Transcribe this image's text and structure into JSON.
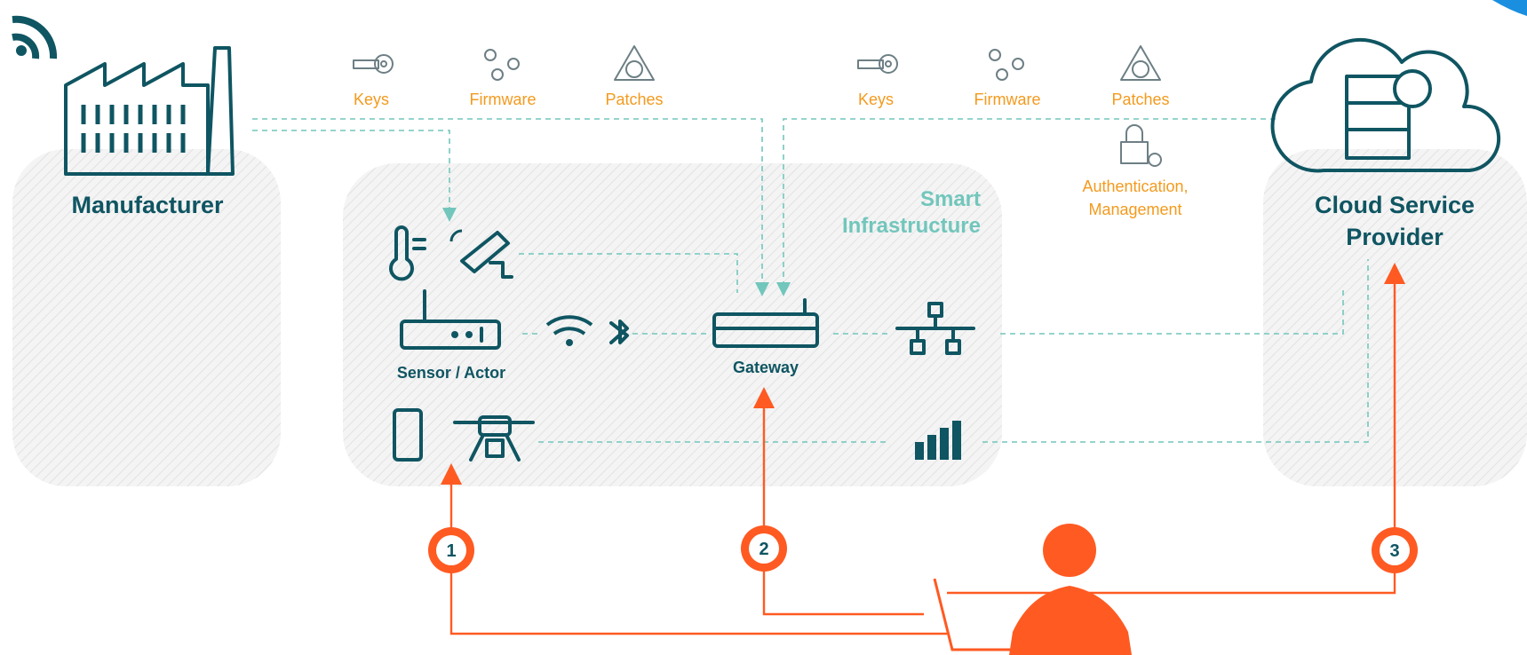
{
  "colors": {
    "teal": "#0f5562",
    "mint": "#72c6bc",
    "orange": "#ff5a22",
    "amber": "#f39a1d"
  },
  "icons": [
    "wifi-signal-icon",
    "factory-icon",
    "key-icon",
    "gears-icon",
    "patch-cycle-icon",
    "padlock-key-icon",
    "cloud-server-icon",
    "thermometer-icon",
    "security-camera-icon",
    "router-icon",
    "wifi-icon",
    "bluetooth-icon",
    "gateway-icon",
    "network-topology-icon",
    "smartphone-icon",
    "drone-icon",
    "cell-signal-icon",
    "attacker-icon",
    "laptop-icon"
  ],
  "manufacturer": {
    "label": "Manufacturer"
  },
  "cloud": {
    "label_line1": "Cloud Service",
    "label_line2": "Provider"
  },
  "smart_infra": {
    "line1": "Smart",
    "line2": "Infrastructure"
  },
  "left_supply": {
    "keys": "Keys",
    "firmware": "Firmware",
    "patches": "Patches"
  },
  "right_supply": {
    "keys": "Keys",
    "firmware": "Firmware",
    "patches": "Patches"
  },
  "auth": {
    "line1": "Authentication,",
    "line2": "Management"
  },
  "devices": {
    "sensor_actor": "Sensor / Actor",
    "gateway": "Gateway"
  },
  "attacks": {
    "a1": "1",
    "a2": "2",
    "a3": "3"
  }
}
